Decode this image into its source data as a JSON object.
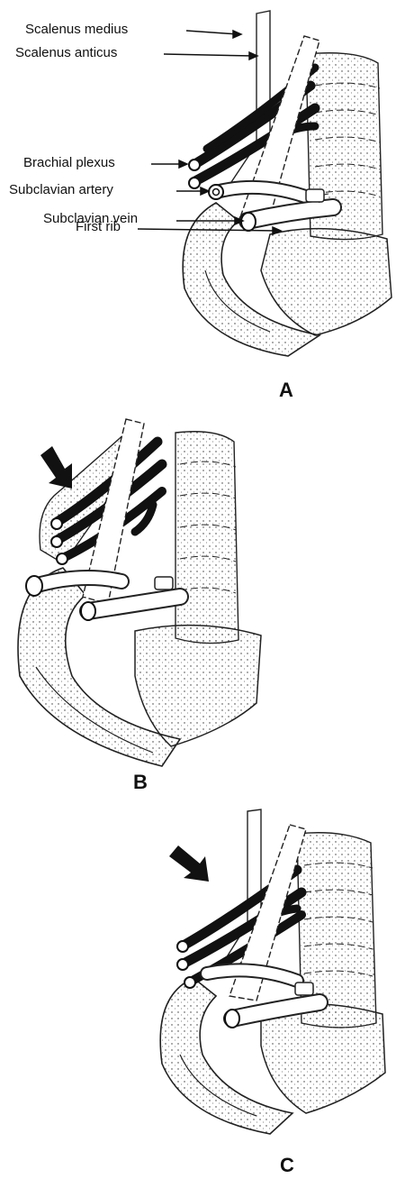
{
  "figure": {
    "panels": [
      {
        "letter": "A",
        "labels": {
          "scalenus_medius": "Scalenus medius",
          "scalenus_anticus": "Scalenus anticus",
          "brachial_plexus": "Brachial plexus",
          "subclavian_artery": "Subclavian artery",
          "subclavian_vein": "Subclavian vein",
          "first_rib": "First rib"
        }
      },
      {
        "letter": "B"
      },
      {
        "letter": "C"
      }
    ]
  }
}
